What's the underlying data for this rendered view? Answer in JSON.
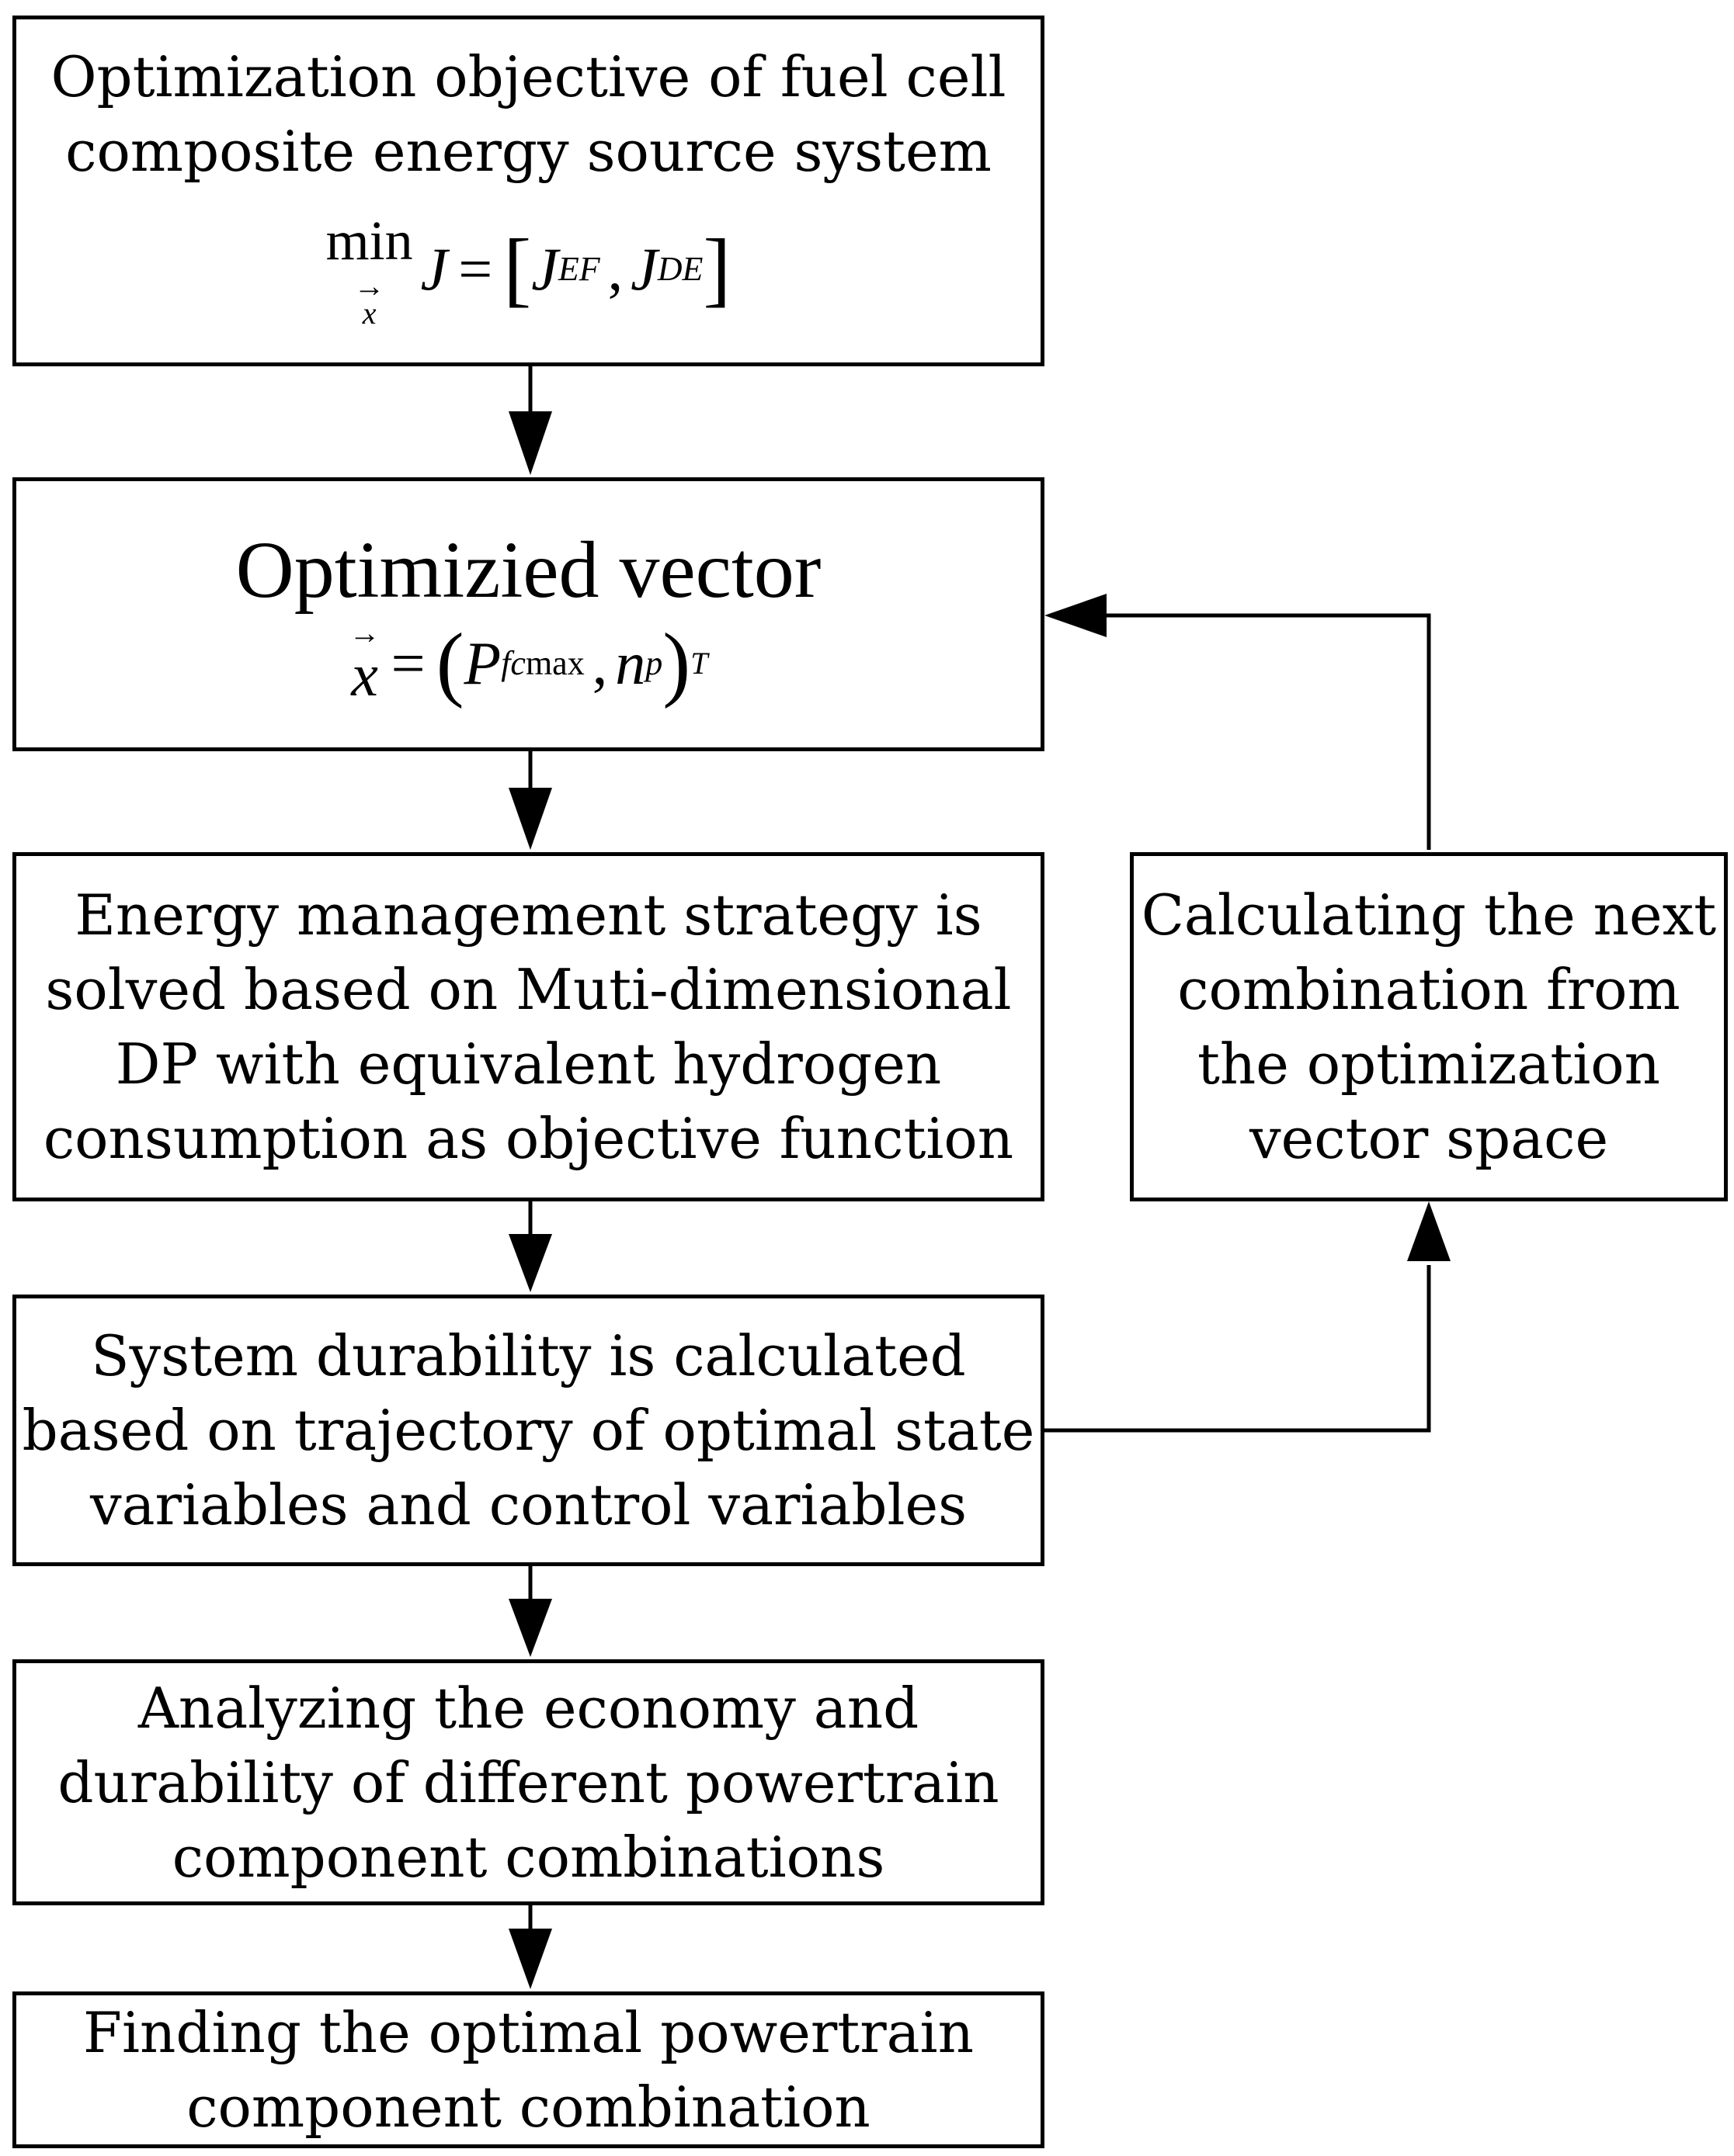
{
  "boxes": {
    "objective": {
      "lines": [
        "Optimization objective of fuel cell",
        "composite energy source system"
      ],
      "formula": {
        "min_word": "min",
        "min_var": "x",
        "J": "J",
        "equals": "=",
        "J_EF": "J",
        "J_EF_sub": "EF",
        "comma": ",",
        "J_DE": "J",
        "J_DE_sub": "DE"
      }
    },
    "optimized_vector": {
      "title": "Optimizied vector",
      "formula": {
        "x": "x",
        "equals": "=",
        "P": "P",
        "P_sub_fc": "fc",
        "P_sub_max": "max",
        "comma": ",",
        "n": "n",
        "n_sub": "p",
        "transpose": "T"
      }
    },
    "energy_management": {
      "lines": [
        "Energy management strategy is",
        "solved based on Muti-dimensional",
        "DP with equivalent hydrogen",
        "consumption as objective function"
      ]
    },
    "next_combination": {
      "lines": [
        "Calculating the next",
        "combination from",
        "the optimization",
        "vector space"
      ]
    },
    "system_durability": {
      "lines": [
        "System durability is calculated",
        "based on trajectory of optimal state",
        "variables and control variables"
      ]
    },
    "analyzing": {
      "lines": [
        "Analyzing the economy and",
        "durability of different powertrain",
        "component combinations"
      ]
    },
    "finding": {
      "lines": [
        "Finding the optimal powertrain",
        "component combination"
      ]
    }
  }
}
